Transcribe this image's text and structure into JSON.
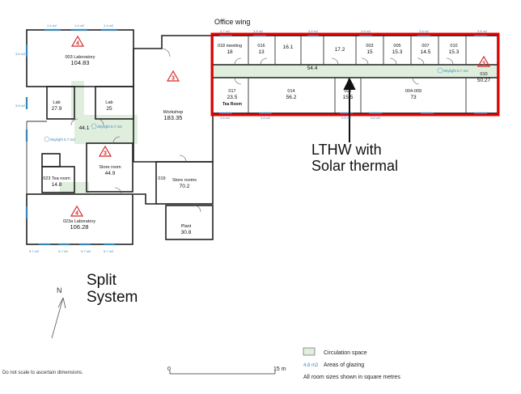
{
  "header": {
    "title": "Office wing"
  },
  "rooms": [
    {
      "id": "r003",
      "name": "003 Laboratory",
      "area": "104.83",
      "zone": "4"
    },
    {
      "id": "rlab1",
      "name": "Lab",
      "area": "27.9"
    },
    {
      "id": "rlab2",
      "name": "Lab",
      "area": "25"
    },
    {
      "id": "rcirc1",
      "name": "",
      "area": "44.1"
    },
    {
      "id": "rstore",
      "name": "Store room",
      "area": "44.9",
      "zone": "3"
    },
    {
      "id": "rtea",
      "name": "023 Tea room",
      "area": "14.8"
    },
    {
      "id": "r023a",
      "name": "023a Laboratory",
      "area": "106.28",
      "zone": "4"
    },
    {
      "id": "rwork",
      "name": "Workshop",
      "area": "183.35",
      "zone": "3"
    },
    {
      "id": "r019",
      "name": "019",
      "area": ""
    },
    {
      "id": "rstores",
      "name": "Store rooms",
      "area": "70.2"
    },
    {
      "id": "rplant",
      "name": "Plant",
      "area": "30.8"
    },
    {
      "id": "r018",
      "name": "018 meeting",
      "area": "18"
    },
    {
      "id": "r016",
      "name": "016",
      "area": "13"
    },
    {
      "id": "r015",
      "name": "",
      "area": "16.1"
    },
    {
      "id": "r17",
      "name": "",
      "area": "17.2"
    },
    {
      "id": "r003b",
      "name": "003",
      "area": "15"
    },
    {
      "id": "r005",
      "name": "005",
      "area": "15.3"
    },
    {
      "id": "r007",
      "name": "007",
      "area": "14.5"
    },
    {
      "id": "r010a",
      "name": "010",
      "area": "15.3"
    },
    {
      "id": "r010b",
      "name": "010",
      "area": "50.27",
      "zone": "3"
    },
    {
      "id": "r017",
      "name": "017",
      "area": "23.5",
      "sub": "Tea Room"
    },
    {
      "id": "r014",
      "name": "014",
      "area": "56.2"
    },
    {
      "id": "r002",
      "name": "002",
      "area": "15.5"
    },
    {
      "id": "r004",
      "name": "004-009",
      "area": "73"
    },
    {
      "id": "rcorr",
      "name": "",
      "area": "54.4"
    }
  ],
  "zone_markers": {
    "workshop_zone": "3"
  },
  "skylights": [
    "Skylight 5.7 m2",
    "Skylight 5.7 m2",
    "Skylight 5.7 m2"
  ],
  "glazing_labels": [
    "1.4 m2",
    "1.4 m2",
    "1.4 m2",
    "3.8 m2",
    "3.8 m2",
    "4.7 m2",
    "3.8 m2",
    "3.8 m2",
    "3.8 m2",
    "3.8 m2",
    "3.8 m2",
    "3.8 m2",
    "3.8 m2",
    "3.8 m2",
    "3.8 m2",
    "5.7 m2",
    "5.7 m2",
    "5.7 m2",
    "5.7 m2"
  ],
  "annotations": {
    "lthw": "LTHW with\nSolar thermal",
    "split": "Split\nSystem"
  },
  "north": {
    "label": "N"
  },
  "legend": {
    "circulation": "Circulation space",
    "glazing_value": "4.8 m2",
    "glazing_label": "Areas of glazing",
    "note": "All room sizes shown in square metres"
  },
  "scale": {
    "zero": "0",
    "max": "15 m"
  },
  "disclaimer": "Do not scale to ascertain dimensions.",
  "colors": {
    "highlight": "#e60000",
    "zone_marker": "#d62828",
    "circulation": "#dfeedd",
    "glazing": "#3a86b8"
  }
}
